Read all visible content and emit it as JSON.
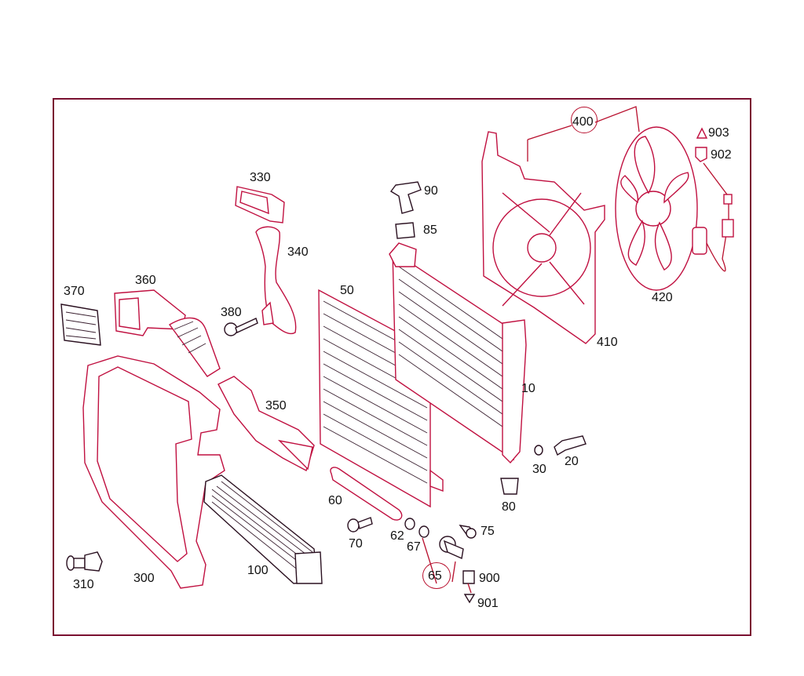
{
  "diagram": {
    "callouts": [
      {
        "key": "p400",
        "text": "400"
      },
      {
        "key": "p903",
        "text": "903"
      },
      {
        "key": "p902",
        "text": "902"
      },
      {
        "key": "p330",
        "text": "330"
      },
      {
        "key": "p90",
        "text": "90"
      },
      {
        "key": "p85",
        "text": "85"
      },
      {
        "key": "p340",
        "text": "340"
      },
      {
        "key": "p420",
        "text": "420"
      },
      {
        "key": "p370",
        "text": "370"
      },
      {
        "key": "p360",
        "text": "360"
      },
      {
        "key": "p50",
        "text": "50"
      },
      {
        "key": "p380",
        "text": "380"
      },
      {
        "key": "p410",
        "text": "410"
      },
      {
        "key": "p10",
        "text": "10"
      },
      {
        "key": "p350",
        "text": "350"
      },
      {
        "key": "p20",
        "text": "20"
      },
      {
        "key": "p30",
        "text": "30"
      },
      {
        "key": "p60",
        "text": "60"
      },
      {
        "key": "p80",
        "text": "80"
      },
      {
        "key": "p75",
        "text": "75"
      },
      {
        "key": "p62",
        "text": "62"
      },
      {
        "key": "p70",
        "text": "70"
      },
      {
        "key": "p67",
        "text": "67"
      },
      {
        "key": "p100",
        "text": "100"
      },
      {
        "key": "p900",
        "text": "900"
      },
      {
        "key": "p300",
        "text": "300"
      },
      {
        "key": "p65",
        "text": "65"
      },
      {
        "key": "p310",
        "text": "310"
      },
      {
        "key": "p901",
        "text": "901"
      }
    ],
    "colors": {
      "frame": "#7a1030",
      "parts": "#c01040",
      "leader": "#b8102e",
      "text": "#111111"
    }
  }
}
